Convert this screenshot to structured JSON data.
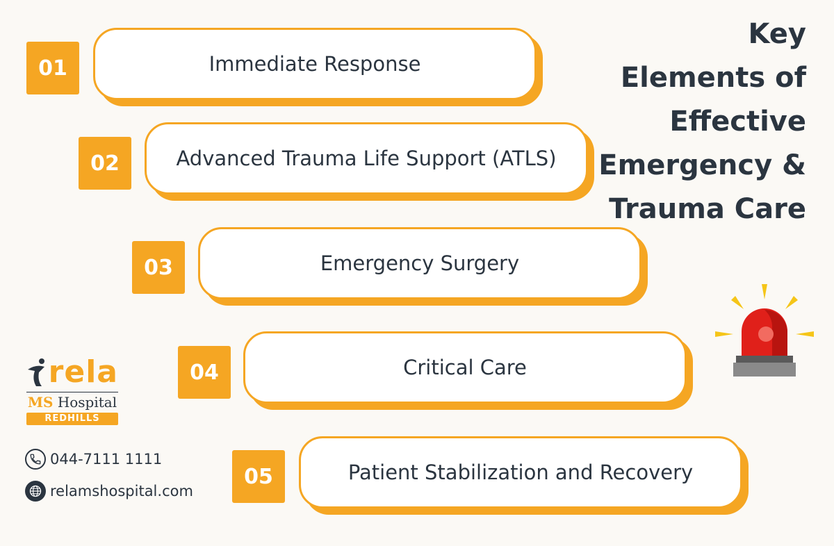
{
  "title": "Key Elements of Effective Emergency & Trauma Care",
  "items": [
    {
      "number": "01",
      "label": "Immediate Response"
    },
    {
      "number": "02",
      "label": "Advanced Trauma Life Support (ATLS)"
    },
    {
      "number": "03",
      "label": "Emergency Surgery"
    },
    {
      "number": "04",
      "label": "Critical Care"
    },
    {
      "number": "05",
      "label": "Patient Stabilization and Recovery"
    }
  ],
  "logo": {
    "brand": "rela",
    "ms": "MS",
    "hospital": "Hospital",
    "branch": "REDHILLS"
  },
  "contact": {
    "phone": "044-7111 1111",
    "website": "relamshospital.com"
  },
  "icons": {
    "siren": "siren-icon",
    "phone": "phone-icon",
    "web": "globe-icon"
  },
  "colors": {
    "accent": "#f5a623",
    "text": "#2b3540",
    "siren": "#e0201a"
  }
}
